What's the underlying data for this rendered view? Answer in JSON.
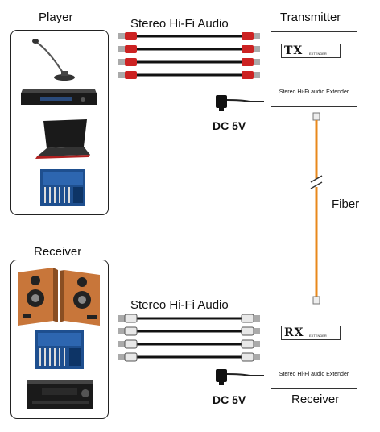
{
  "labels": {
    "player": "Player",
    "receiver_group": "Receiver",
    "audio_top": "Stereo Hi-Fi Audio",
    "audio_bottom": "Stereo Hi-Fi Audio",
    "transmitter": "Transmitter",
    "receiver_device": "Receiver",
    "fiber": "Fiber",
    "dc_top": "DC 5V",
    "dc_bottom": "DC 5V"
  },
  "tx_device": {
    "code": "TX",
    "sub": "EXTENDER",
    "text": "Stereo Hi-Fi audio  Extender"
  },
  "rx_device": {
    "code": "RX",
    "sub": "EXTENDER",
    "text": "Stereo Hi-Fi audio  Extender"
  },
  "icons": {
    "player_devices": [
      "microphone-icon",
      "dvd-player-icon",
      "laptop-icon",
      "mixer-icon"
    ],
    "receiver_devices": [
      "speakers-icon",
      "mixer-icon",
      "av-receiver-icon"
    ],
    "adapter": "power-adapter-icon"
  },
  "colors": {
    "fiber": "#e8891c",
    "rca_red": "#cc2222",
    "rca_white": "#e8e8e8",
    "speaker_wood": "#c8763a"
  }
}
